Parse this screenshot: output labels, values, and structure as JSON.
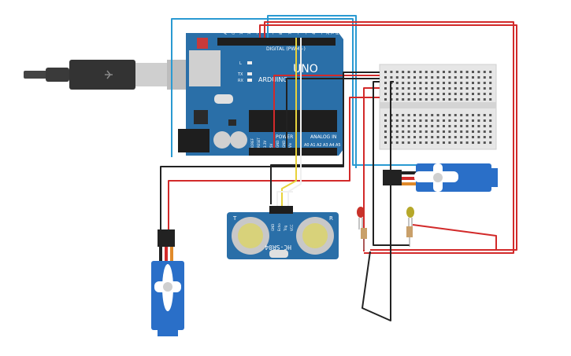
{
  "arduino": {
    "model_label": "UNO",
    "brand_label": "ARDUINO",
    "digital_label": "DIGITAL (PWM~)",
    "power_label": "POWER",
    "analog_label": "ANALOG IN",
    "tx_label": "TX",
    "rx_label": "RX",
    "l_label": "L",
    "aref_label": "AREF",
    "gnd_label": "GND",
    "pin_13": "13",
    "pin_12": "12",
    "pin_11": "~11",
    "pin_10": "~10",
    "pin_9": "~9",
    "pin_8": "8",
    "pin_7": "7",
    "pin_6": "~6",
    "pin_5": "~5",
    "pin_4": "4",
    "pin_3": "~3",
    "pin_2": "2",
    "pin_tx1": "TX▸1",
    "pin_rx0": "RX◂0",
    "ioref": "IOREF",
    "reset": "RESET",
    "v33": "3.3V",
    "v5": "5V",
    "gnd1": "GND",
    "gnd2": "GND",
    "vin": "Vin",
    "a0": "A0",
    "a1": "A1",
    "a2": "A2",
    "a3": "A3",
    "a4": "A4",
    "a5": "A5"
  },
  "ultrasonic": {
    "model_label": "HC-SR04",
    "trig_label": "Trig",
    "echo_label": "Echo",
    "vcc_label": "VCC",
    "gnd_label": "GND",
    "t_label": "T",
    "r_label": "R"
  },
  "colors": {
    "board": "#2a6fa8",
    "wire_red": "#d22a2a",
    "wire_black": "#222222",
    "wire_blue": "#2a9ad2",
    "wire_yellow": "#e8d23a",
    "led_red": "#c8322a",
    "led_yellow": "#b6a82a",
    "servo_blue": "#2a6fc8"
  },
  "icons": {
    "usb": "usb-cable-icon",
    "reset": "reset-button-icon"
  }
}
